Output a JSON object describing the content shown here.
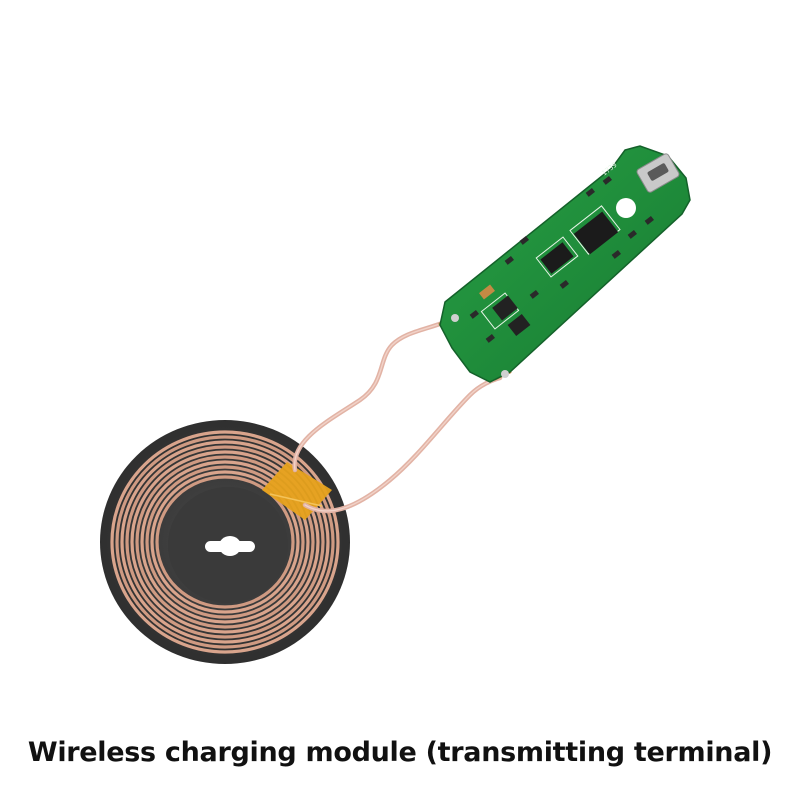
{
  "photo": {
    "subject": "wireless-charging-transmitter-module",
    "board_silkscreen": "1739",
    "colors": {
      "pcb_green": "#1f8a3a",
      "coil_copper": "#d9a48c",
      "ferrite": "#3d3d3d",
      "flex_tape": "#e7a21c",
      "chip": "#1b1b1b"
    }
  },
  "caption": {
    "text": "Wireless charging module (transmitting terminal)"
  }
}
